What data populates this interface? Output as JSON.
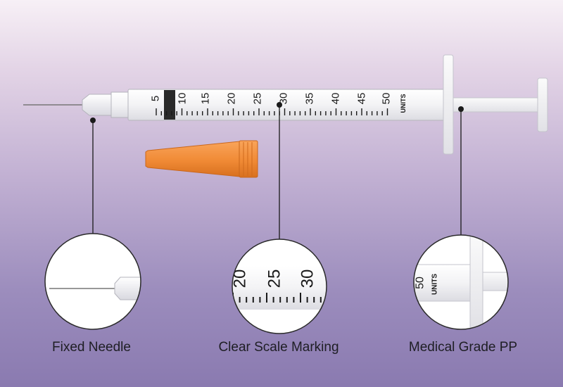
{
  "scale": {
    "numbers": [
      "5",
      "10",
      "15",
      "20",
      "25",
      "30",
      "35",
      "40",
      "45",
      "50"
    ],
    "unit_label": "UNITS"
  },
  "callouts": [
    {
      "id": "needle",
      "label": "Fixed Needle"
    },
    {
      "id": "scale",
      "label": "Clear Scale Marking",
      "zoom_numbers": [
        "20",
        "25",
        "30"
      ]
    },
    {
      "id": "material",
      "label": "Medical Grade PP",
      "zoom_number": "50",
      "zoom_unit": "UNITS"
    }
  ],
  "colors": {
    "background_top": "#f7f0f6",
    "background_bottom": "#8a7ab0",
    "cap_orange": "#f08a35",
    "scale_ink": "#1a1a1a",
    "leader_line": "#1a1a1a"
  }
}
